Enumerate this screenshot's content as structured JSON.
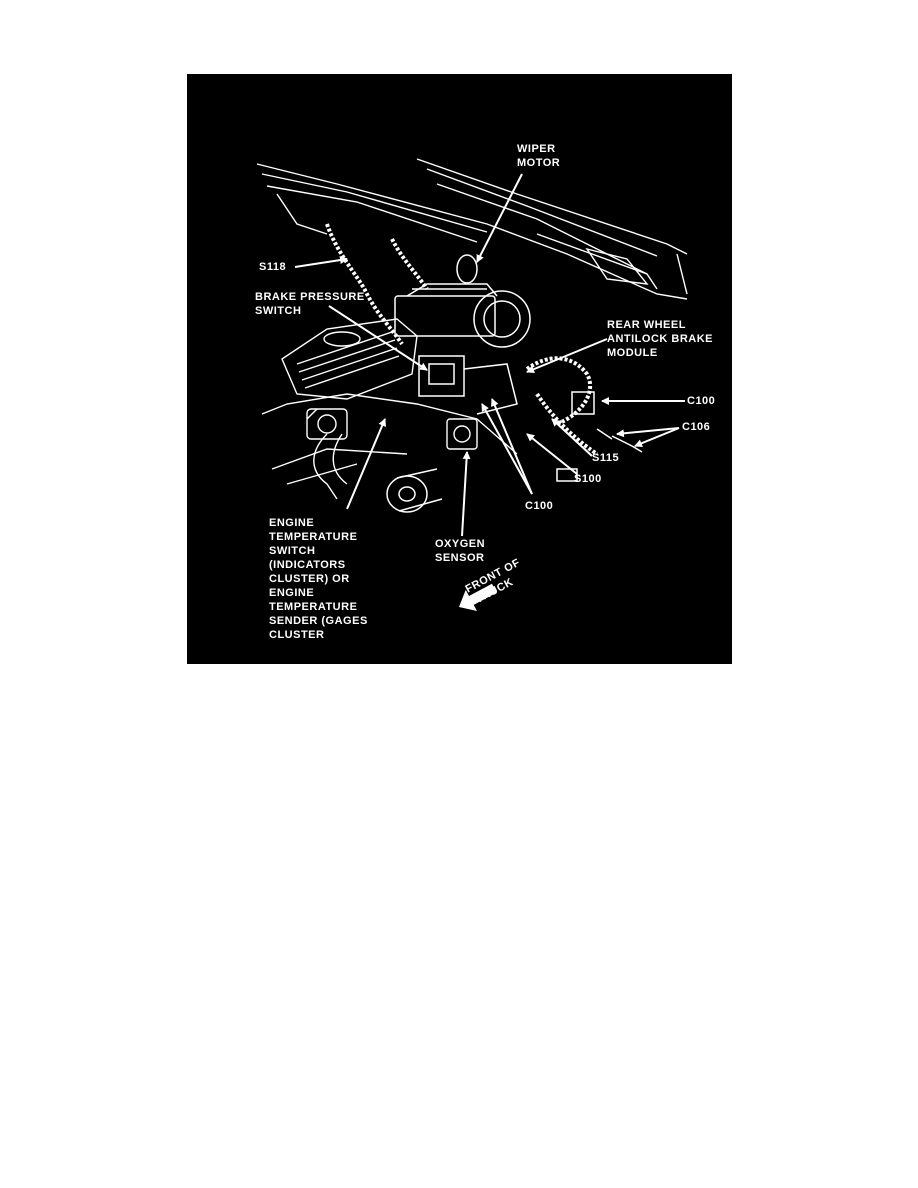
{
  "colors": {
    "panel": "#000000",
    "ink": "#ffffff",
    "page": "#ffffff"
  },
  "labels": {
    "wiper_motor": [
      "WIPER",
      "MOTOR"
    ],
    "s118": "S118",
    "brake_pressure_switch": [
      "BRAKE PRESSURE",
      "SWITCH"
    ],
    "rear_wheel_abs_module": [
      "REAR WHEEL",
      "ANTILOCK BRAKE",
      "MODULE"
    ],
    "c100_right": "C100",
    "c106": "C106",
    "s115": "S115",
    "s100": "S100",
    "c100_bottom": "C100",
    "engine_temp": [
      "ENGINE",
      "TEMPERATURE",
      "SWITCH",
      "(INDICATORS",
      "CLUSTER) OR",
      "ENGINE",
      "TEMPERATURE",
      "SENDER (GAGES",
      "CLUSTER"
    ],
    "oxygen_sensor": [
      "OXYGEN",
      "SENSOR"
    ],
    "front_of_truck": [
      "FRONT OF",
      "TRUCK"
    ]
  }
}
